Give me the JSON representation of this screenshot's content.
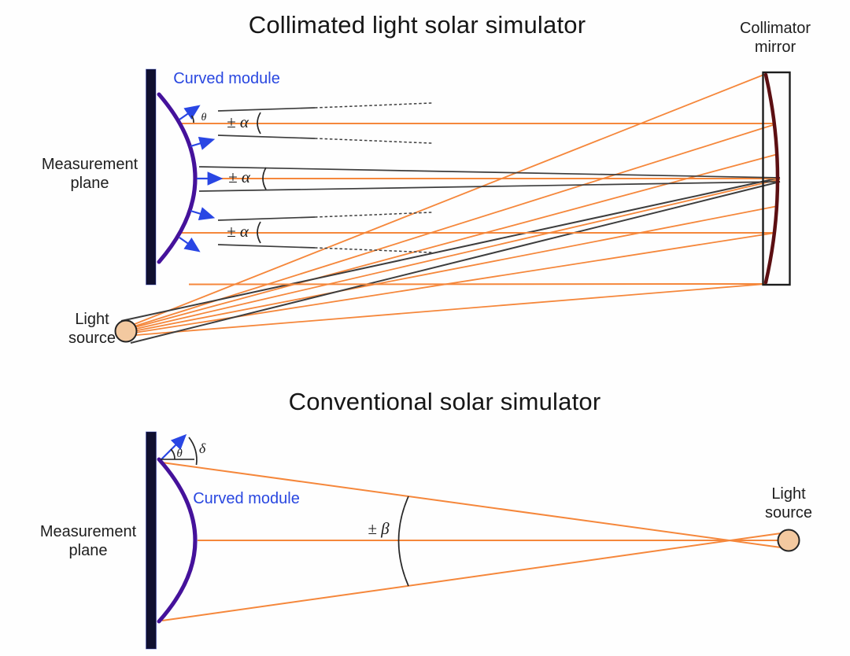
{
  "colors": {
    "orange": "#f5873b",
    "blue": "#2946e4",
    "label_blue": "#2947e0",
    "purple": "#45129b",
    "navy": "#10102f",
    "maroon": "#5c0f12",
    "cone_gray": "#3d3d3d",
    "source_fill": "#f3c9a0",
    "text": "#1e1e1e"
  },
  "top": {
    "title": "Collimated light solar simulator",
    "collimator_mirror_label": {
      "line1": "Collimator",
      "line2": "mirror"
    },
    "curved_module_label": "Curved module",
    "measurement_plane_label": {
      "line1": "Measurement",
      "line2": "plane"
    },
    "light_source_label": {
      "line1": "Light",
      "line2": "source"
    },
    "theta_label": "θ",
    "alpha_label": "± α"
  },
  "bottom": {
    "title": "Conventional solar simulator",
    "curved_module_label": "Curved module",
    "measurement_plane_label": {
      "line1": "Measurement",
      "line2": "plane"
    },
    "light_source_label": {
      "line1": "Light",
      "line2": "source"
    },
    "theta_label": "θ",
    "delta_label": "δ",
    "beta_label": "± β"
  }
}
